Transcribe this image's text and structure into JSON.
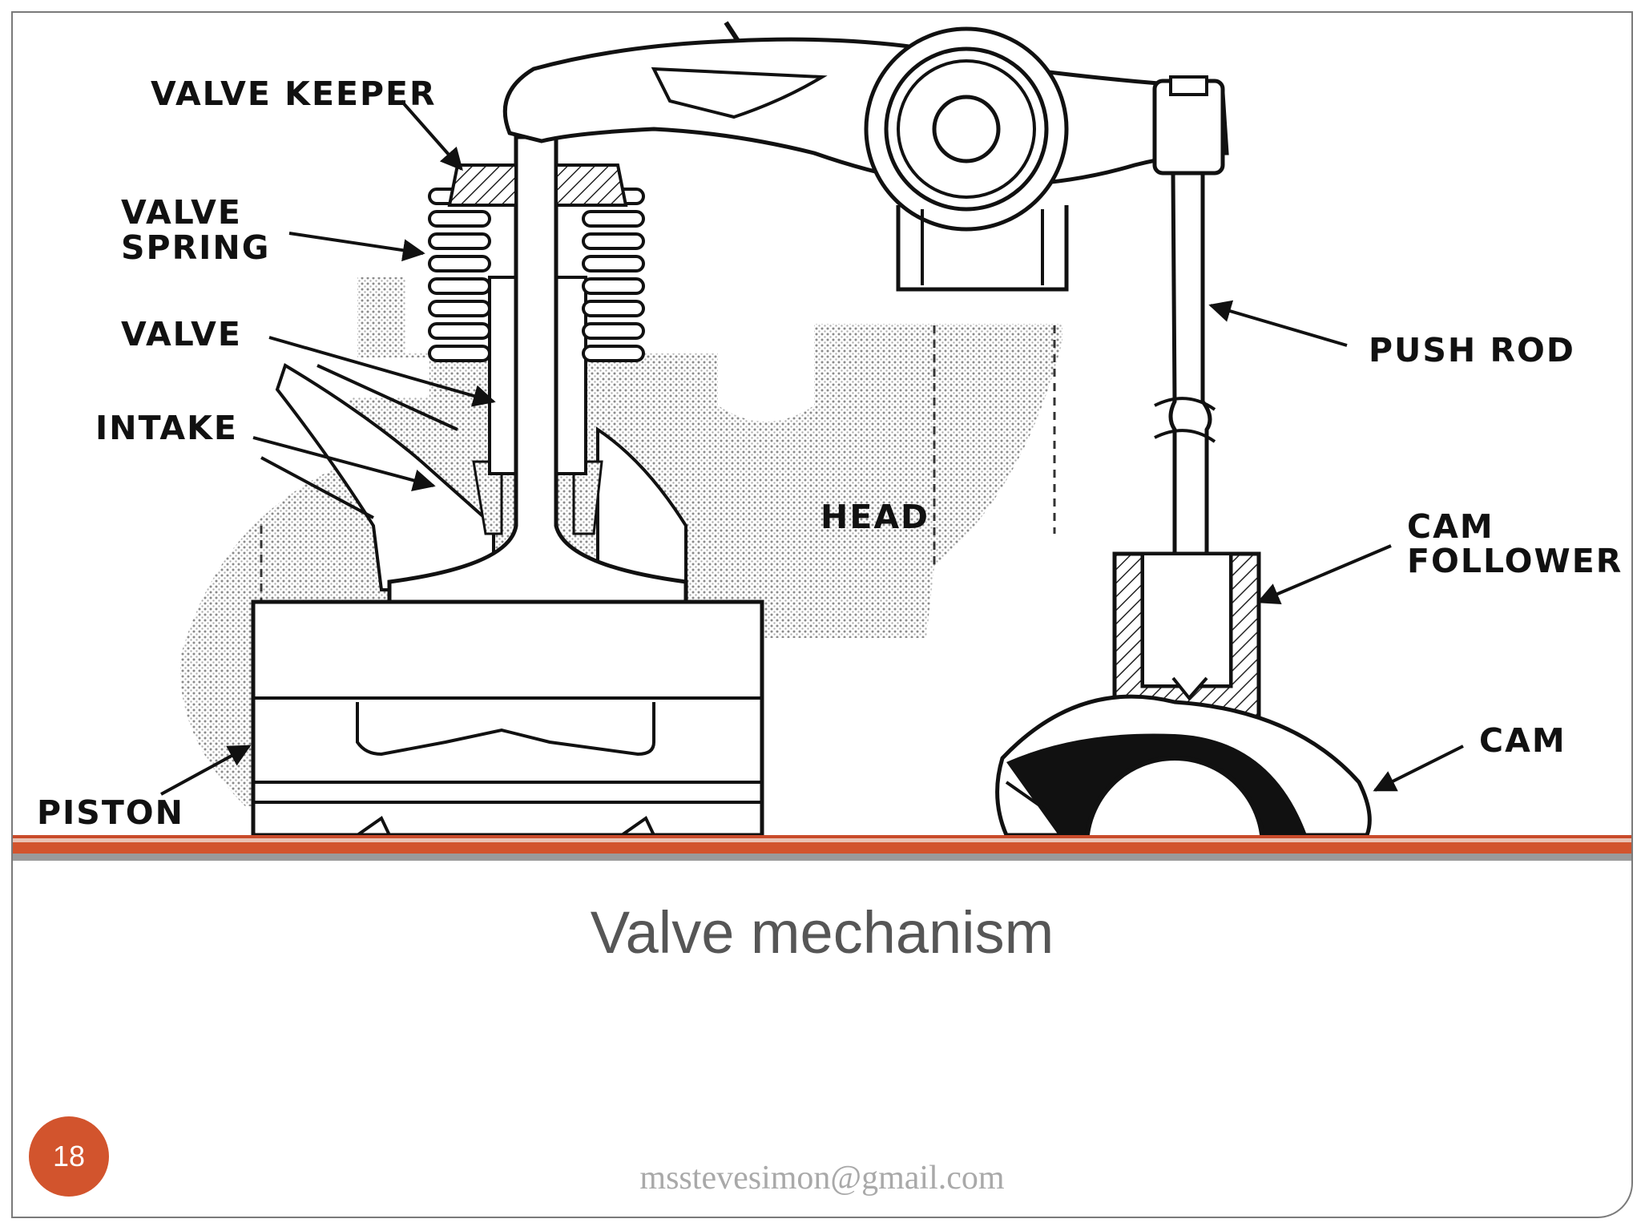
{
  "slide": {
    "title": "Valve mechanism",
    "footer_email": "msstevesimon@gmail.com",
    "slide_number": "18",
    "accent_color": "#d2542d"
  },
  "diagram": {
    "labels": {
      "valve_keeper": "VALVE KEEPER",
      "valve_spring_1": "VALVE",
      "valve_spring_2": "SPRING",
      "valve": "VALVE",
      "intake": "INTAKE",
      "head": "HEAD",
      "push_rod": "PUSH ROD",
      "cam_follower_1": "CAM",
      "cam_follower_2": "FOLLOWER",
      "cam": "CAM",
      "piston": "PISTON"
    }
  }
}
